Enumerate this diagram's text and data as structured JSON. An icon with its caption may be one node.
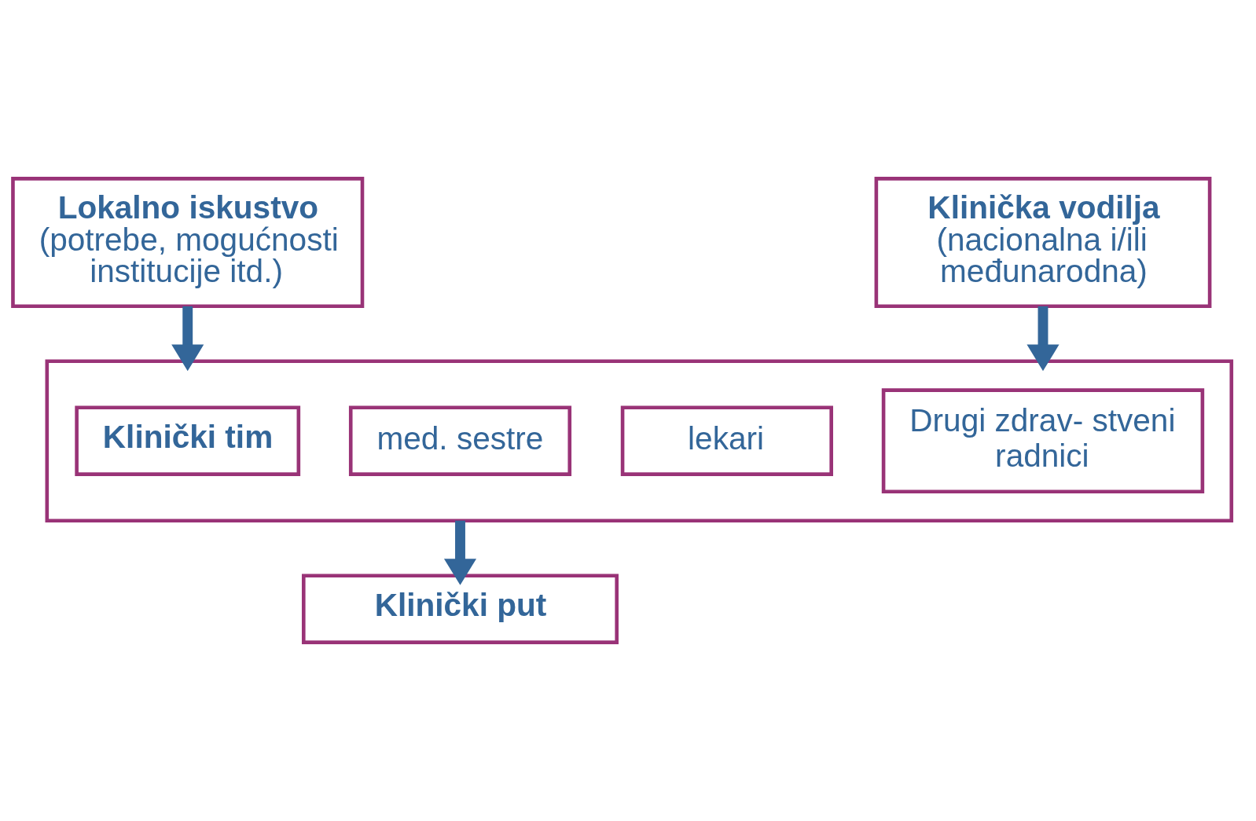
{
  "diagram": {
    "nodes": [
      {
        "text": [
          "Lokalno iskustvo",
          "(potrebe, mogućnosti institucije itd.)"
        ]
      },
      {
        "text": [
          "Klinička vodilja",
          "(nacionalna i/ili međunarodna)"
        ]
      },
      {
        "text": [],
        "shape": "box"
      },
      {
        "text": [
          "Klinički tim"
        ],
        "in": 2
      },
      {
        "text": [
          "lekari"
        ],
        "in": 2
      },
      {
        "text": [
          "med. sestre"
        ],
        "in": 2
      },
      {
        "text": [
          "Drugi zdrav- stveni radnici"
        ],
        "in": 2
      },
      {
        "text": [
          "Klinički put"
        ]
      }
    ],
    "edges": [
      {
        "from": 0,
        "to": 2,
        "arrow": "to"
      },
      {
        "from": 1,
        "to": 2,
        "arrow": "to"
      },
      {
        "from": 2,
        "to": 7,
        "arrow": "to"
      }
    ]
  }
}
